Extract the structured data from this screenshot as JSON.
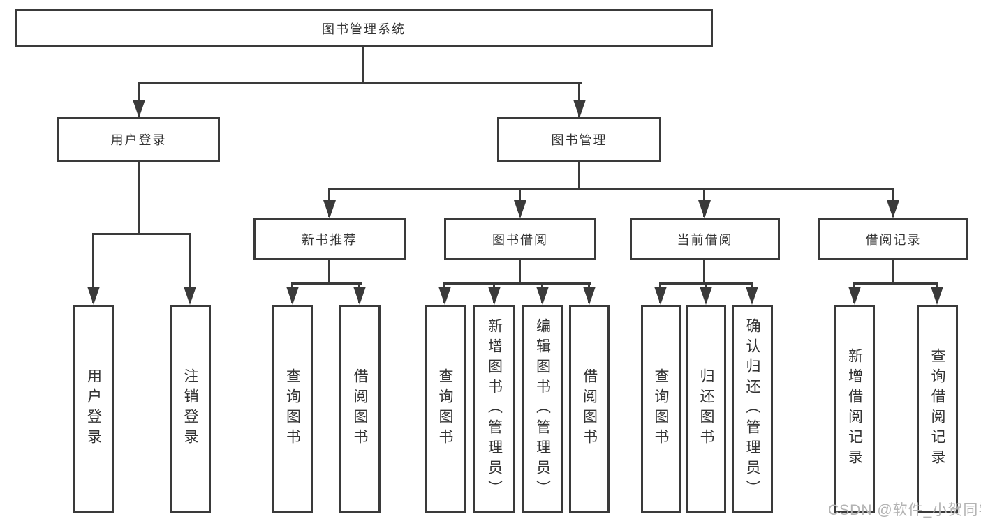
{
  "diagram": {
    "tree": {
      "label": "图书管理系统",
      "children": [
        {
          "label": "用户登录",
          "children": [
            {
              "label": "用户登录"
            },
            {
              "label": "注销登录"
            }
          ]
        },
        {
          "label": "图书管理",
          "children": [
            {
              "label": "新书推荐",
              "children": [
                {
                  "label": "查询图书"
                },
                {
                  "label": "借阅图书"
                }
              ]
            },
            {
              "label": "图书借阅",
              "children": [
                {
                  "label": "查询图书"
                },
                {
                  "label": "新增图书（管理员）"
                },
                {
                  "label": "编辑图书（管理员）"
                },
                {
                  "label": "借阅图书"
                }
              ]
            },
            {
              "label": "当前借阅",
              "children": [
                {
                  "label": "查询图书"
                },
                {
                  "label": "归还图书"
                },
                {
                  "label": "确认归还（管理员）"
                }
              ]
            },
            {
              "label": "借阅记录",
              "children": [
                {
                  "label": "新增借阅记录"
                },
                {
                  "label": "查询借阅记录"
                }
              ]
            }
          ]
        }
      ]
    }
  },
  "watermark": "CSDN @软件_小贺同学",
  "colors": {
    "line": "#3a3a3a",
    "text": "#333333",
    "watermark": "#b3b3b3",
    "background": "#ffffff"
  }
}
